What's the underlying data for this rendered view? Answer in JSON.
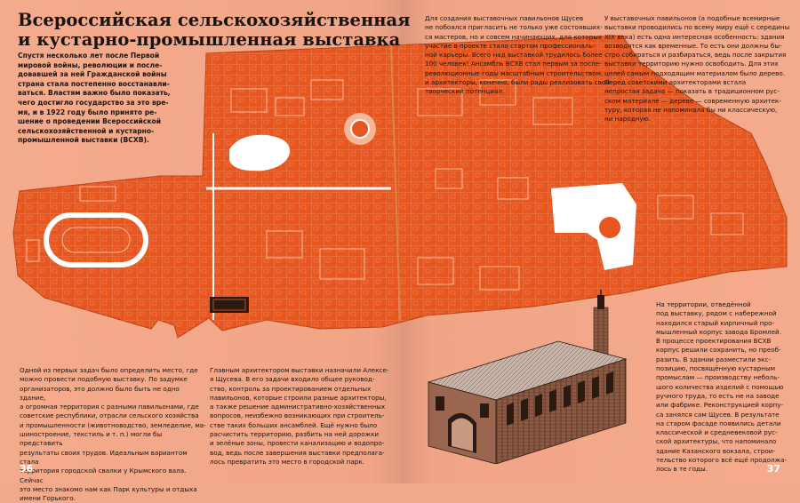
{
  "spread": {
    "title_lines": [
      "Всероссийская сельскохозяйственная",
      "и кустарно-промышленная выставка"
    ],
    "intro": "Спустя несколько лет после Первой\nмировой войны, революции и после-\nдовавшей за ней Гражданской войны\nстрана стала постепенно восстанавли-\nваться. Властям важно было показать,\nчего достигло государство за это вре-\nмя, и в 1922 году было принято ре-\nшение о проведении Всероссийской\nсельскохозяйственной и кустарно-\nпромышленной выставки (ВСХВ).",
    "col_top_middle": "Для создания выставочных павильонов Щусев\nне побоялся пригласить не только уже состоявших-\nся мастеров, но и совсем начинающих, для которых\nучастие в проекте стало стартом профессиональ-\nной карьеры. Всего над выставкой трудилось более\n100 человек! Ансамбль ВСХВ стал первым за после-\nреволюционные годы масштабным строительством,\nи архитекторы, конечно, были рады реализовать свой\nтворческий потенциал.",
    "col_top_right": "У выставочных павильонов (а подобные всемирные\nвыставки проводились по всему миру ещё с середины\nXIX века) есть одна интересная особенность: здания\nвозводятся как временные. То есть они должны бы-\nстро собираться и разбираться, ведь после закрытия\nвыставки территорию нужно освободить. Для этих\nцелей самым подходящим материалом было дерево.\nПеред советскими архитекторами встала\nнепростая задача — показать в традиционном рус-\nском материале — дереве — современную архитек-\nтуру, которая не напоминала бы ни классическую,\nни народную.",
    "col_bottom_left": "Одной из первых задач было определить место, где\nможно провести подобную выставку. По задумке\nорганизаторов, это должно было быть не одно здание,\nа огромная территория с разными павильонами, где\nсоветские республики, отрасли сельского хозяйства\nи промышленности (животноводство, земледелие, ма-\nшиностроение, текстиль и т. п.) могли бы представить\nрезультаты своих трудов. Идеальным вариантом стала\nтерритория городской свалки у Крымского вала. Сейчас\nэто место знакомо нам как Парк культуры и отдыха\nимени Горького.",
    "col_bottom_middle": "Главным архитектором выставки назначили Алексе-\nя Щусева. В его задачи входило общее руковод-\nство, контроль за проектированием отдельных\nпавильонов, которые строили разные архитекторы,\nа также решение административно-хозяйственных\nвопросов, неизбежно возникающих при строитель-\nстве таких больших ансамблей. Ещё нужно было\nрасчистить территорию, разбить на ней дорожки\nи зелёные зоны, провести канализацию и водопро-\nвод, ведь после завершения выставки предполага-\nлось превратить это место в городской парк.",
    "col_bottom_right": "На территории, отведённой\nпод выставку, рядом с набережной\nнаходился старый кирпичный про-\nмышленный корпус завода Бромлей.\nВ процессе проектирования ВСХВ\nкорпус решили сохранить, но преоб-\nразить. В здании разместили экс-\nпозицию, посвящённую кустарным\nпромыслам — производству неболь-\nшого количества изделий с помощью\nручного труда, то есть не на заводе\nили фабрике. Реконструкцией корпу-\nса занялся сам Щусев. В результате\nна старом фасаде появились детали\nклассической и средневековой рус-\nской архитектуры, что напоминало\nздание Казанского вокзала, строи-\nтельство которого всё ещё продолжа-\nлось в те годы.",
    "page_left": "36",
    "page_right": "37"
  },
  "colors": {
    "page": "#f2a98a",
    "map_orange": "#e8561f",
    "map_line": "#f7b797",
    "ink": "#1a1410"
  }
}
